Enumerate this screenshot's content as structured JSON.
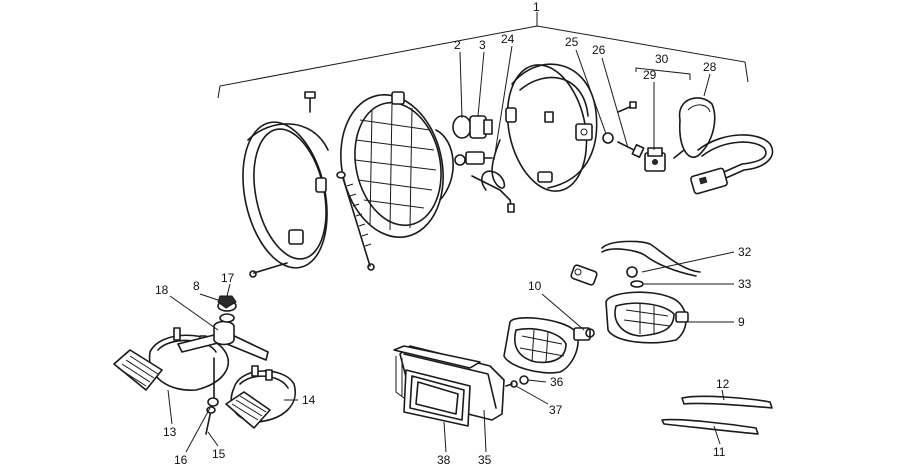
{
  "diagram": {
    "callouts": [
      {
        "id": "c1",
        "label": "1"
      },
      {
        "id": "c2",
        "label": "2"
      },
      {
        "id": "c3",
        "label": "3"
      },
      {
        "id": "c24",
        "label": "24"
      },
      {
        "id": "c25",
        "label": "25"
      },
      {
        "id": "c26",
        "label": "26"
      },
      {
        "id": "c30",
        "label": "30"
      },
      {
        "id": "c29",
        "label": "29"
      },
      {
        "id": "c28",
        "label": "28"
      },
      {
        "id": "c32",
        "label": "32"
      },
      {
        "id": "c33",
        "label": "33"
      },
      {
        "id": "c9",
        "label": "9"
      },
      {
        "id": "c10",
        "label": "10"
      },
      {
        "id": "c8",
        "label": "8"
      },
      {
        "id": "c17",
        "label": "17"
      },
      {
        "id": "c18",
        "label": "18"
      },
      {
        "id": "c14",
        "label": "14"
      },
      {
        "id": "c13",
        "label": "13"
      },
      {
        "id": "c16",
        "label": "16"
      },
      {
        "id": "c15",
        "label": "15"
      },
      {
        "id": "c36",
        "label": "36"
      },
      {
        "id": "c37",
        "label": "37"
      },
      {
        "id": "c38",
        "label": "38"
      },
      {
        "id": "c35",
        "label": "35"
      },
      {
        "id": "c12",
        "label": "12"
      },
      {
        "id": "c11",
        "label": "11"
      }
    ]
  }
}
